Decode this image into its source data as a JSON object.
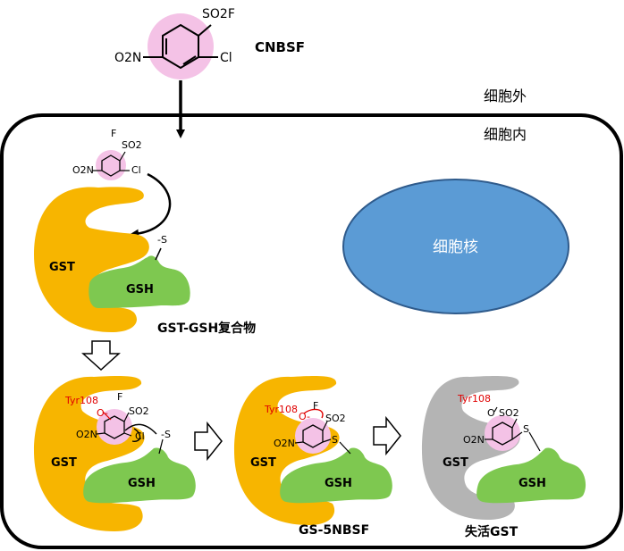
{
  "reagent": {
    "name": "CNBSF",
    "sulfonyl": "SO2F",
    "nitro": "O2N",
    "chloro": "Cl"
  },
  "region_labels": {
    "outside": "细胞外",
    "inside": "细胞内",
    "nucleus": "细胞核"
  },
  "small_reagent": {
    "fluoro": "F",
    "sulfonyl": "SO2",
    "nitro": "O2N",
    "chloro": "Cl"
  },
  "complex": {
    "enzyme": "GST",
    "cofactor": "GSH",
    "thiolate": "-S",
    "label": "GST-GSH复合物"
  },
  "stage2": {
    "tyr": "Tyr108",
    "oxyanion": "O-",
    "fluoro": "F",
    "sulfonyl": "SO2",
    "nitro": "O2N",
    "chloro": "Cl",
    "thiolate": "-S",
    "enzyme": "GST",
    "cofactor": "GSH"
  },
  "stage3": {
    "tyr": "Tyr108",
    "oxyanion": "O-",
    "fluoro": "F",
    "sulfonyl": "SO2",
    "nitro": "O2N",
    "sulfur": "S",
    "enzyme": "GST",
    "cofactor": "GSH",
    "label": "GS-5NBSF"
  },
  "stage4": {
    "tyr": "Tyr108",
    "oxygen": "O",
    "sulfonyl": "SO2",
    "nitro": "O2N",
    "sulfur": "S",
    "enzyme": "GST",
    "cofactor": "GSH",
    "label": "失活GST"
  },
  "colors": {
    "gst_active": "#f7b500",
    "gst_inactive": "#b4b4b4",
    "gsh": "#7ec850",
    "nucleus": "#5b9bd5",
    "ring_highlight": "#f4c2e6",
    "tyr_red": "#e00000"
  }
}
